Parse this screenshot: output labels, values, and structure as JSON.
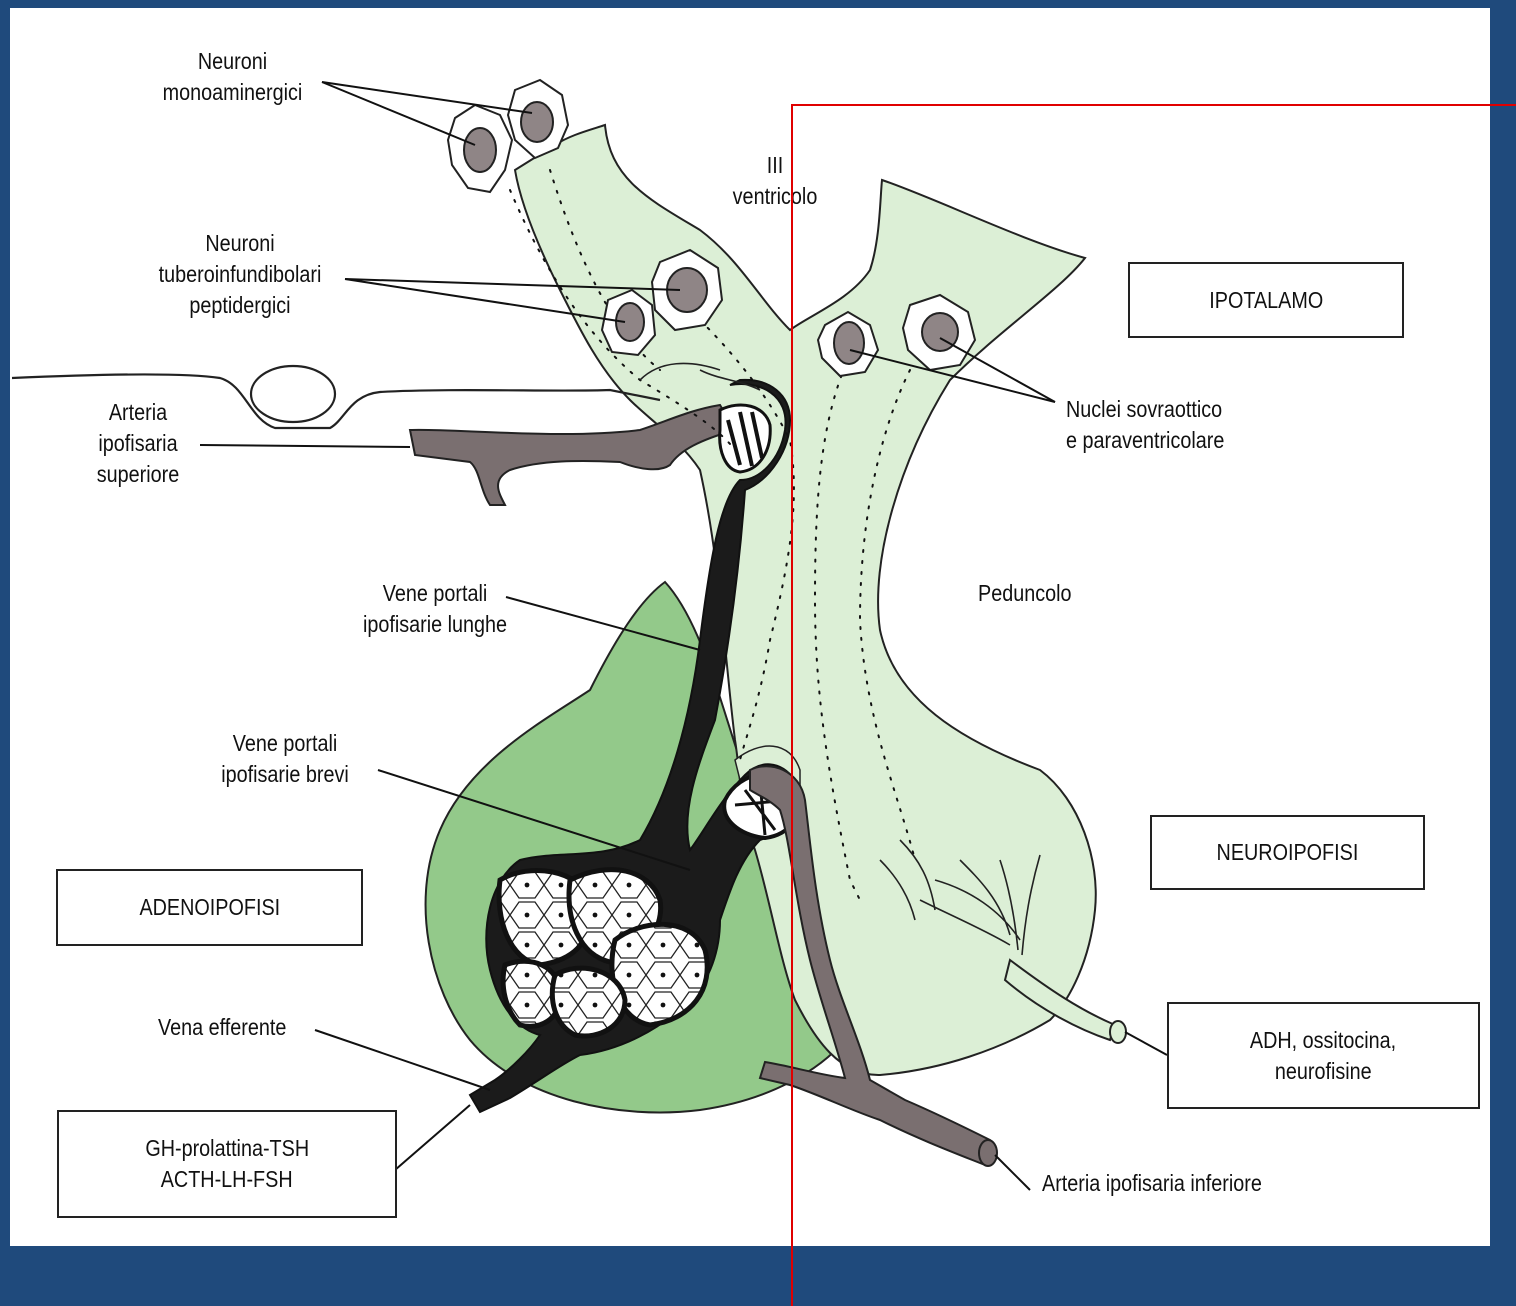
{
  "colors": {
    "background": "#1f4a7c",
    "panel": "#ffffff",
    "neural_tissue": "#dcefd6",
    "adenohypophysis": "#93c98a",
    "vessel": "#7a6f70",
    "vessel_dark": "#1b1b1b",
    "nucleus": "#8f8586",
    "highlight_frame": "#e00000"
  },
  "labels": {
    "neuroni_mono": [
      "Neuroni",
      "monoaminergici"
    ],
    "terzo_ventricolo": [
      "III",
      "ventricolo"
    ],
    "neuroni_tubero": [
      "Neuroni",
      "tuberoinfundibolari",
      "peptidergici"
    ],
    "arteria_sup": [
      "Arteria",
      "ipofisaria",
      "superiore"
    ],
    "nuclei": [
      "Nuclei sovraottico",
      "e paraventricolare"
    ],
    "vene_lunghe": [
      "Vene portali",
      "ipofisarie lunghe"
    ],
    "peduncolo": "Peduncolo",
    "vene_brevi": [
      "Vene portali",
      "ipofisarie brevi"
    ],
    "vena_efferente": "Vena efferente",
    "arteria_inf": "Arteria ipofisaria inferiore"
  },
  "boxes": {
    "ipotalamo": [
      "IPOTALAMO"
    ],
    "neuroipofisi": [
      "NEUROIPOFISI"
    ],
    "adenoipofisi": [
      "ADENOIPOFISI"
    ],
    "adh": [
      "ADH, ossitocina,",
      "neurofisine"
    ],
    "ormoni": [
      "GH-prolattina-TSH",
      "ACTH-LH-FSH"
    ]
  }
}
